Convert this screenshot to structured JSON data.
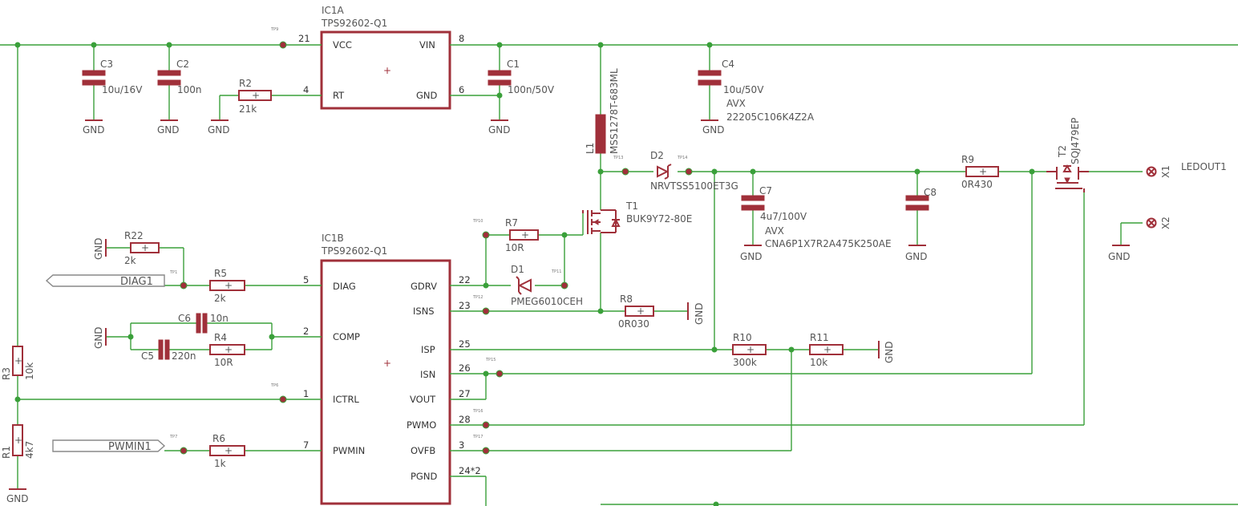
{
  "ic1a": {
    "name": "IC1A",
    "value": "TPS92602-Q1",
    "pins": {
      "vcc": "VCC",
      "rt": "RT",
      "vin": "VIN",
      "gnd": "GND"
    },
    "pinnums": {
      "vcc": "21",
      "rt": "4",
      "vin": "8",
      "gnd": "6"
    }
  },
  "ic1b": {
    "name": "IC1B",
    "value": "TPS92602-Q1",
    "pins": {
      "diag": "DIAG",
      "comp": "COMP",
      "ictrl": "ICTRL",
      "pwmin": "PWMIN",
      "gdrv": "GDRV",
      "isns": "ISNS",
      "isp": "ISP",
      "isn": "ISN",
      "vout": "VOUT",
      "pwmo": "PWMO",
      "ovfb": "OVFB",
      "pgnd": "PGND"
    },
    "pinnums": {
      "diag": "5",
      "comp": "2",
      "ictrl": "1",
      "pwmin": "7",
      "gdrv": "22",
      "isns": "23",
      "isp": "25",
      "isn": "26",
      "vout": "27",
      "pwmo": "28",
      "ovfb": "3",
      "pgnd": "24*2"
    }
  },
  "parts": {
    "c3": {
      "name": "C3",
      "value": "10u/16V"
    },
    "c2": {
      "name": "C2",
      "value": "100n"
    },
    "r2": {
      "name": "R2",
      "value": "21k"
    },
    "c1": {
      "name": "C1",
      "value": "100n/50V"
    },
    "c4": {
      "name": "C4",
      "value": "10u/50V",
      "mfr": "AVX",
      "mpn": "22205C106K4Z2A"
    },
    "l1": {
      "name": "L1",
      "value": "MSS1278T-683ML"
    },
    "d2": {
      "name": "D2",
      "value": "NRVTSS5100ET3G"
    },
    "c7": {
      "name": "C7",
      "value": "4u7/100V",
      "mfr": "AVX",
      "mpn": "CNA6P1X7R2A475K250AE"
    },
    "c8": {
      "name": "C8"
    },
    "r9": {
      "name": "R9",
      "value": "0R430"
    },
    "t2": {
      "name": "T2",
      "value": "SQJ479EP"
    },
    "t1": {
      "name": "T1",
      "value": "BUK9Y72-80E"
    },
    "r7": {
      "name": "R7",
      "value": "10R"
    },
    "d1": {
      "name": "D1",
      "value": "PMEG6010CEH"
    },
    "r8": {
      "name": "R8",
      "value": "0R030"
    },
    "r10": {
      "name": "R10",
      "value": "300k"
    },
    "r11": {
      "name": "R11",
      "value": "10k"
    },
    "r22": {
      "name": "R22",
      "value": "2k"
    },
    "r5": {
      "name": "R5",
      "value": "2k"
    },
    "c6": {
      "name": "C6",
      "value": "10n"
    },
    "c5": {
      "name": "C5",
      "value": "220n"
    },
    "r4": {
      "name": "R4",
      "value": "10R"
    },
    "r6": {
      "name": "R6",
      "value": "1k"
    },
    "r3": {
      "name": "R3",
      "value": "10k"
    },
    "r1": {
      "name": "R1",
      "value": "4k7"
    },
    "x1": {
      "name": "X1"
    },
    "x2": {
      "name": "X2"
    }
  },
  "nets": {
    "gnd": "GND",
    "ledout": "LEDOUT1",
    "diag": "DIAG1",
    "pwmin": "PWMIN1"
  },
  "testpoints": {
    "tp9": "TP9",
    "tp1": "TP1",
    "tp6": "TP6",
    "tp7": "TP7",
    "tp10": "TP10",
    "tp11": "TP11",
    "tp12": "TP12",
    "tp13": "TP13",
    "tp14": "TP14",
    "tp15": "TP15",
    "tp16": "TP16",
    "tp17": "TP17"
  },
  "colors": {
    "wire": "#3aa03a",
    "part": "#a0303a",
    "text": "#555555"
  }
}
